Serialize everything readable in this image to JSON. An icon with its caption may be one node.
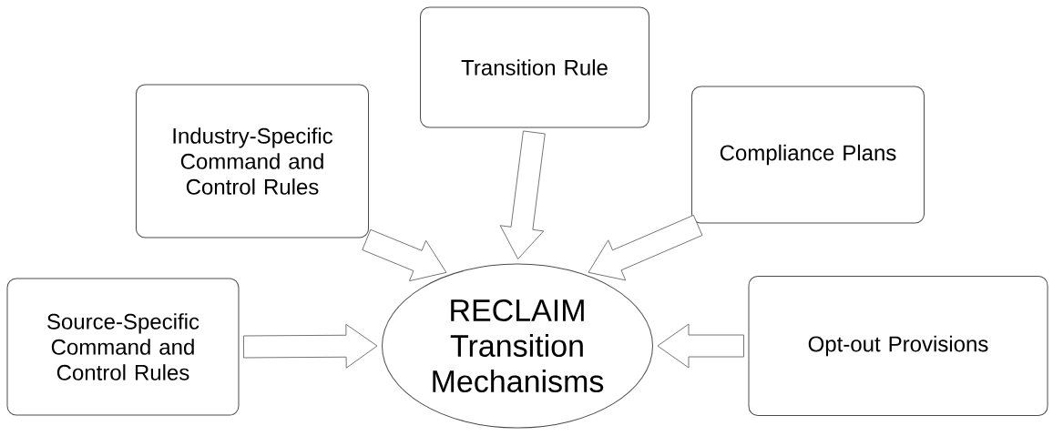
{
  "diagram": {
    "nodes": [
      {
        "text": [
          "RECLAIM Transition Mechanisms"
        ]
      },
      {
        "text": [
          "Industry-Specific Command and Control Rules"
        ]
      },
      {
        "text": [
          "Transition Rule"
        ]
      },
      {
        "text": [
          "Compliance Plans"
        ]
      },
      {
        "text": [
          "Source-Specific Command and Control Rules"
        ]
      },
      {
        "text": [
          "Opt-out Provisions"
        ]
      }
    ],
    "edges": [
      {
        "from": 1,
        "to": 0,
        "arrow": "to"
      },
      {
        "from": 2,
        "to": 0,
        "arrow": "to"
      },
      {
        "from": 3,
        "to": 0,
        "arrow": "to"
      },
      {
        "from": 4,
        "to": 0,
        "arrow": "to"
      },
      {
        "from": 5,
        "to": 0,
        "arrow": "to"
      }
    ]
  }
}
